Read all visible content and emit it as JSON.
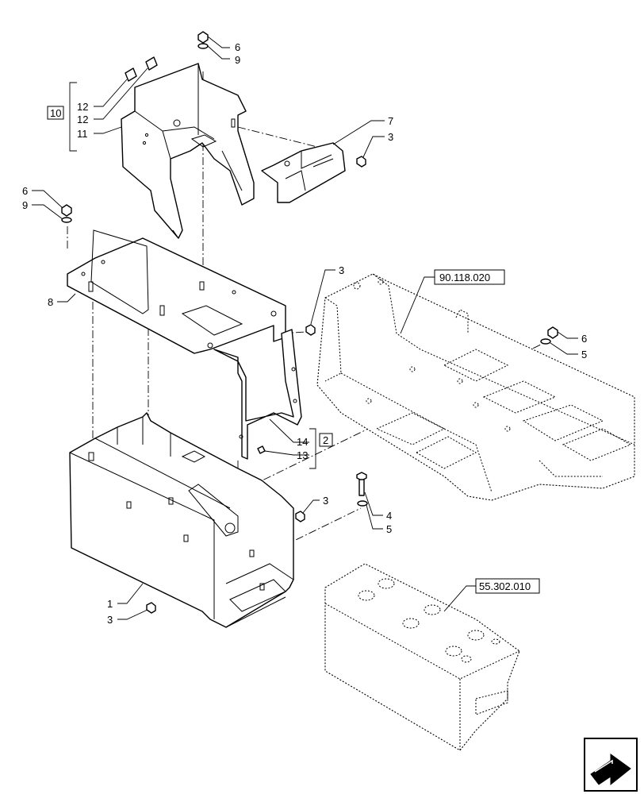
{
  "callouts": {
    "c1": "1",
    "c2": "2",
    "c3a": "3",
    "c3b": "3",
    "c3c": "3",
    "c3d": "3",
    "c4": "4",
    "c5a": "5",
    "c5b": "5",
    "c6a": "6",
    "c6b": "6",
    "c6c": "6",
    "c7": "7",
    "c8": "8",
    "c9a": "9",
    "c9b": "9",
    "c10": "10",
    "c11": "11",
    "c12a": "12",
    "c12b": "12",
    "c13": "13",
    "c14": "14"
  },
  "references": {
    "frame_ref": "90.118.020",
    "battery_ref": "55.302.010"
  },
  "icons": {
    "nav": "next-page-arrow-icon"
  }
}
